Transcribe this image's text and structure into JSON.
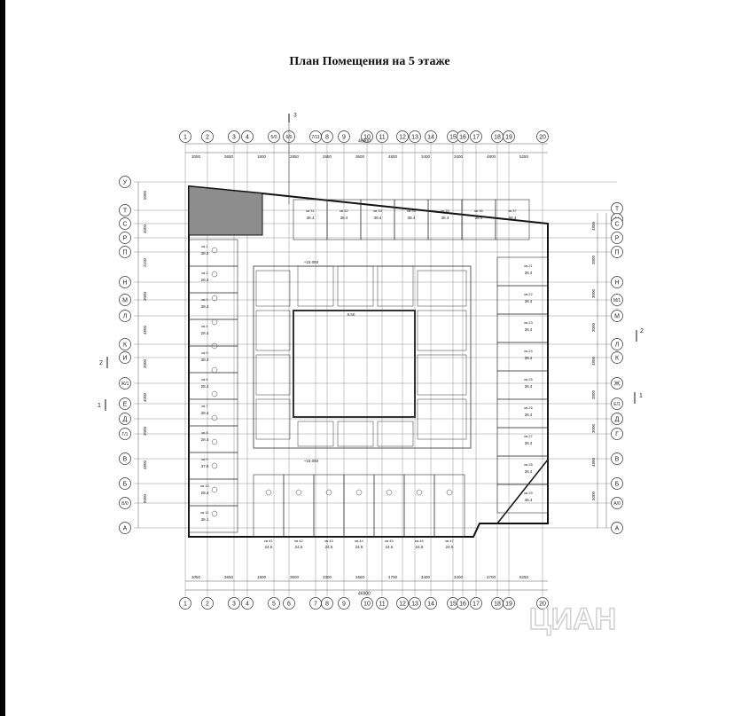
{
  "title": "План Помещения на 5 этаже",
  "grid": {
    "top_axes": [
      "1",
      "2",
      "3",
      "4",
      "5/0",
      "6/0",
      "7/11",
      "8",
      "9",
      "10",
      "11",
      "12",
      "13",
      "14",
      "15",
      "16",
      "17",
      "18",
      "19",
      "20"
    ],
    "bottom_axes": [
      "1",
      "2",
      "3",
      "4",
      "5",
      "6",
      "7",
      "8",
      "9",
      "10",
      "11",
      "12",
      "13",
      "14",
      "15",
      "16",
      "17",
      "18",
      "19",
      "20"
    ],
    "left_axes": [
      "У",
      "Т",
      "С",
      "Р",
      "П",
      "Н",
      "М",
      "Л",
      "К",
      "И",
      "Ж/1",
      "Е",
      "Д",
      "Г/1",
      "В",
      "Б",
      "Б/0",
      "А"
    ],
    "right_axes": [
      "Т",
      "У",
      "С",
      "Р",
      "П",
      "Н",
      "М/1",
      "М",
      "Л",
      "К",
      "Ж",
      "Е/1",
      "Д",
      "Г",
      "В",
      "Б",
      "А/0",
      "А"
    ],
    "overall_dimension": "46900"
  },
  "section_marks": {
    "top": "3",
    "right_upper": "2",
    "right_lower": "1",
    "left_upper": "2",
    "left_lower": "1"
  },
  "top_dimensions": [
    "3050",
    "3650",
    "1800",
    "2850",
    "2650",
    "3600",
    "4800",
    "3400",
    "3400",
    "4800",
    "5250"
  ],
  "bottom_dimensions": [
    "3050",
    "3650",
    "1800",
    "3600",
    "3300",
    "2650",
    "4700",
    "3400",
    "3400",
    "4700",
    "5250"
  ],
  "left_dimensions": [
    "5000",
    "4000",
    "2100",
    "3000",
    "4800",
    "3000",
    "4000",
    "3000",
    "4800",
    "5000"
  ],
  "right_dimensions": [
    "4800",
    "3000",
    "3000",
    "3000",
    "4800",
    "3000",
    "3000",
    "4800",
    "5000"
  ],
  "annotations": {
    "elevation": "+15.050",
    "elevation_2": "+15.050",
    "court": "6.50",
    "watermark": "ЦИАН"
  },
  "units_left": [
    {
      "label": "кв.1",
      "area": "38.4"
    },
    {
      "label": "кв.2",
      "area": "26.4"
    },
    {
      "label": "кв.3",
      "area": "38.4"
    },
    {
      "label": "кв.4",
      "area": "28.4"
    },
    {
      "label": "кв.5",
      "area": "38.4"
    },
    {
      "label": "кв.6",
      "area": "28.4"
    },
    {
      "label": "кв.7",
      "area": "38.4"
    },
    {
      "label": "кв.8",
      "area": "28.4"
    },
    {
      "label": "кв.9",
      "area": "37.8"
    },
    {
      "label": "кв.10",
      "area": "28.4"
    },
    {
      "label": "кв.11",
      "area": "36.1"
    }
  ],
  "units_right": [
    {
      "label": "кв.21",
      "area": "38.4"
    },
    {
      "label": "кв.22",
      "area": "38.4"
    },
    {
      "label": "кв.23",
      "area": "38.4"
    },
    {
      "label": "кв.24",
      "area": "38.4"
    },
    {
      "label": "кв.25",
      "area": "38.4"
    },
    {
      "label": "кв.26",
      "area": "38.4"
    },
    {
      "label": "кв.27",
      "area": "38.4"
    },
    {
      "label": "кв.28",
      "area": "38.4"
    },
    {
      "label": "кв.29",
      "area": "46.4"
    }
  ],
  "units_top": [
    {
      "label": "кв.31",
      "area": "38.4"
    },
    {
      "label": "кв.32",
      "area": "38.4"
    },
    {
      "label": "кв.33",
      "area": "38.4"
    },
    {
      "label": "кв.34",
      "area": "38.4"
    },
    {
      "label": "кв.35",
      "area": "38.4"
    },
    {
      "label": "кв.36",
      "area": "38.4"
    },
    {
      "label": "кв.37",
      "area": "58.4"
    }
  ],
  "units_bottom": [
    {
      "label": "кв.41",
      "area": "24.5"
    },
    {
      "label": "кв.42",
      "area": "24.5"
    },
    {
      "label": "кв.43",
      "area": "24.5"
    },
    {
      "label": "кв.44",
      "area": "24.5"
    },
    {
      "label": "кв.45",
      "area": "24.5"
    },
    {
      "label": "кв.46",
      "area": "24.5"
    },
    {
      "label": "кв.47",
      "area": "24.5"
    }
  ]
}
